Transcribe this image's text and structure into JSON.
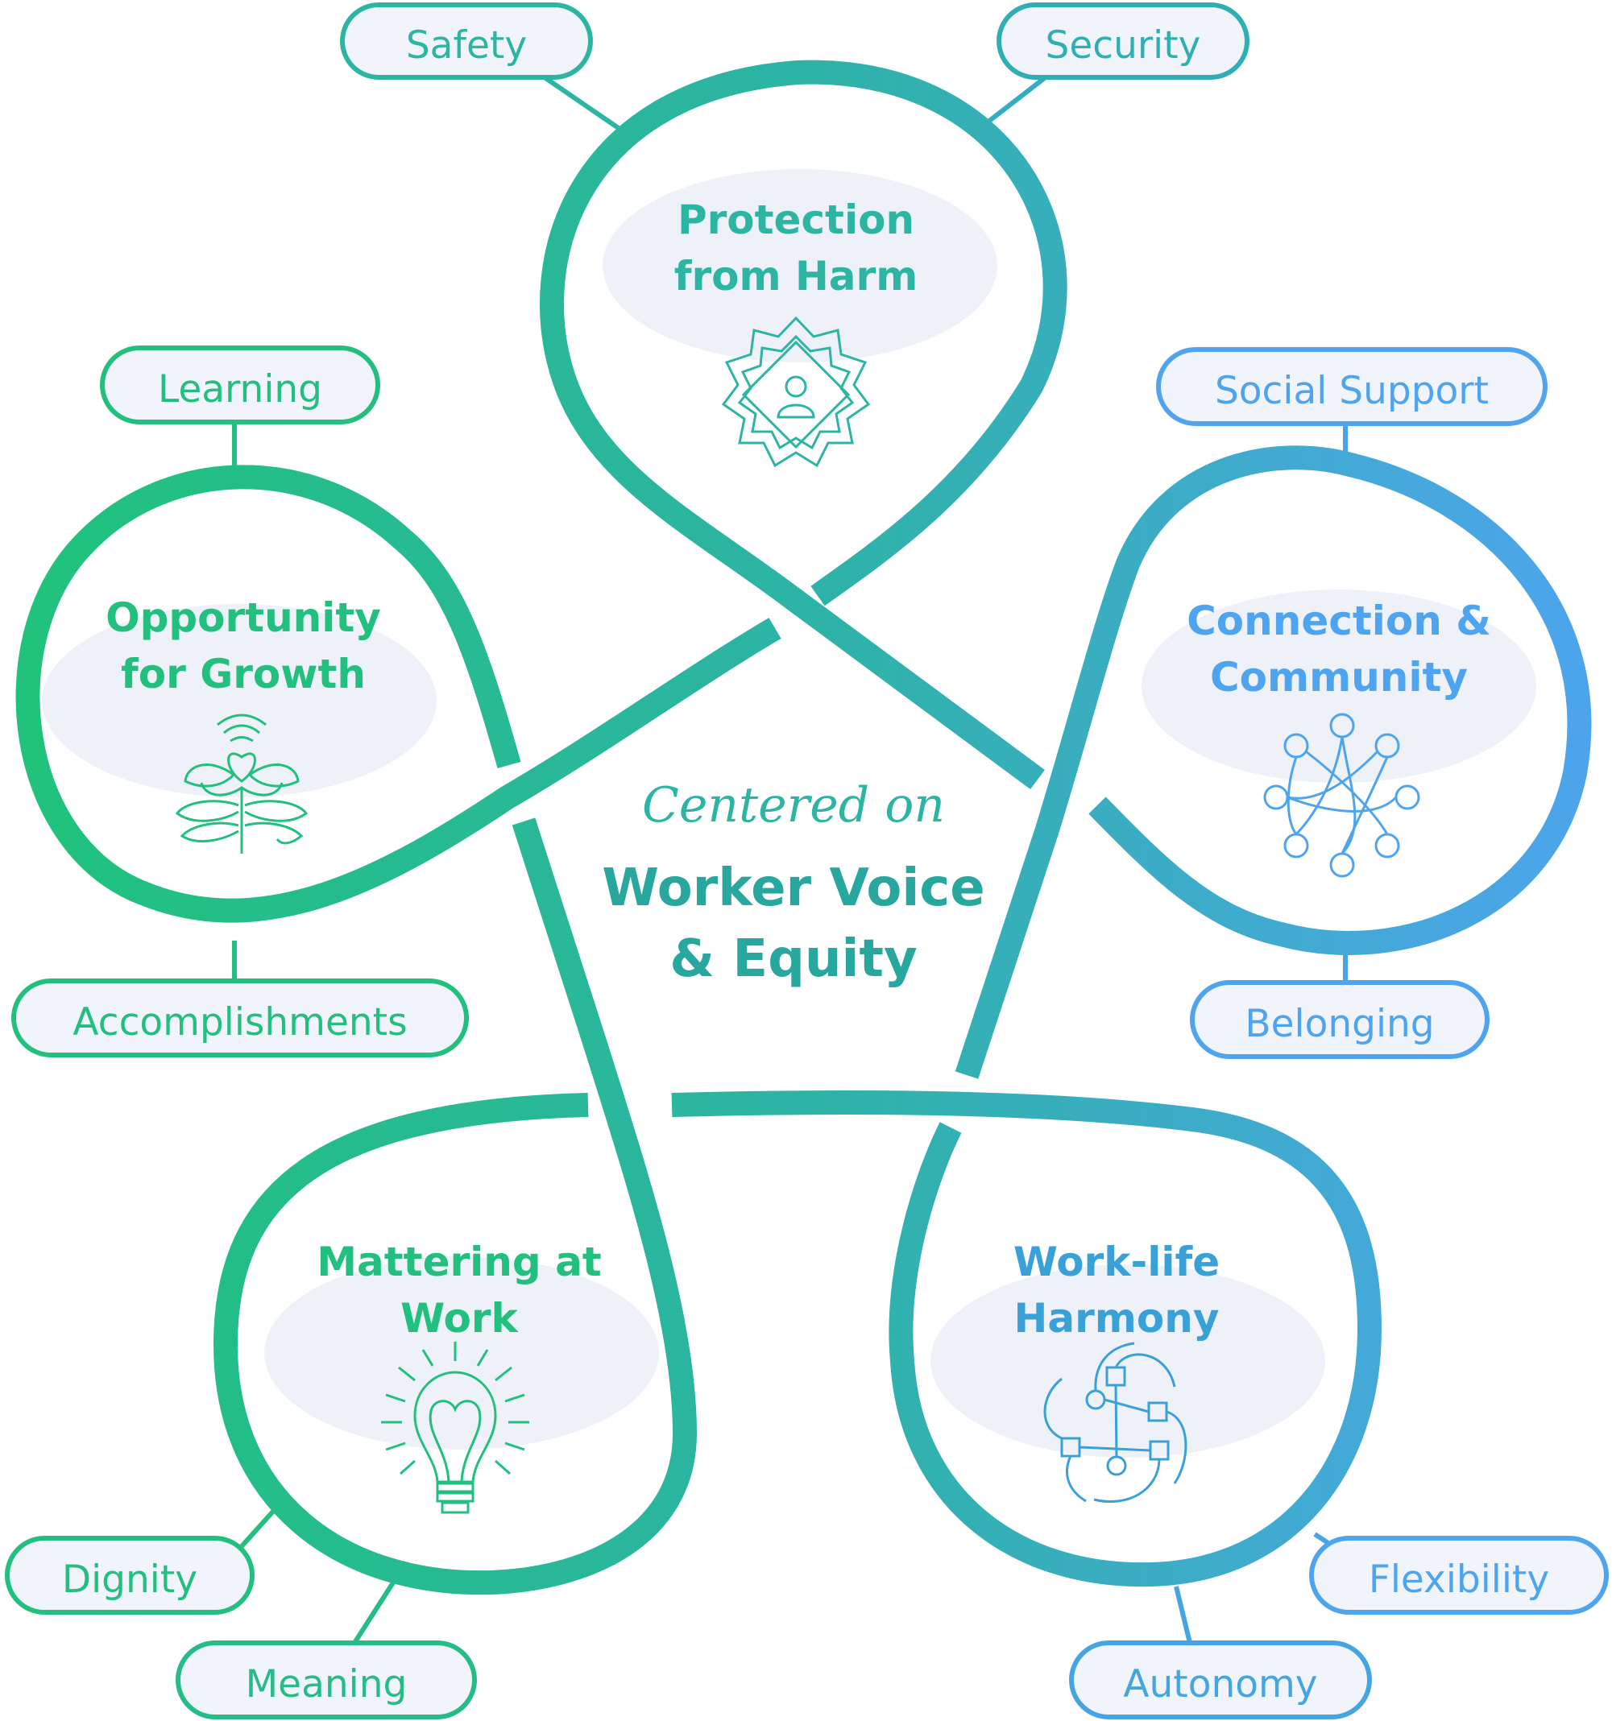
{
  "colors": {
    "green": "#22c07c",
    "teal": "#2db5a3",
    "teal_dark": "#27a79e",
    "blue": "#3aa0d8",
    "blue_light": "#4ea4ee",
    "pill_fill": "#f1f5fb",
    "bubble_fill": "#eef2f8"
  },
  "center": {
    "script": "Centered on",
    "line1": "Worker Voice",
    "line2": "& Equity"
  },
  "nodes": {
    "protection": {
      "title1": "Protection",
      "title2": "from Harm",
      "icon": "shield-badge-person-icon",
      "pills": [
        "Safety",
        "Security"
      ]
    },
    "growth": {
      "title1": "Opportunity",
      "title2": "for Growth",
      "icon": "lotus-flower-icon",
      "pills": [
        "Learning",
        "Accomplishments"
      ]
    },
    "connection": {
      "title1": "Connection &",
      "title2": "Community",
      "icon": "network-icon",
      "pills": [
        "Social Support",
        "Belonging"
      ]
    },
    "mattering": {
      "title1": "Mattering at",
      "title2": "Work",
      "icon": "lightbulb-heart-icon",
      "pills": [
        "Dignity",
        "Meaning"
      ]
    },
    "harmony": {
      "title1": "Work-life",
      "title2": "Harmony",
      "icon": "swirl-nodes-icon",
      "pills": [
        "Flexibility",
        "Autonomy"
      ]
    }
  }
}
